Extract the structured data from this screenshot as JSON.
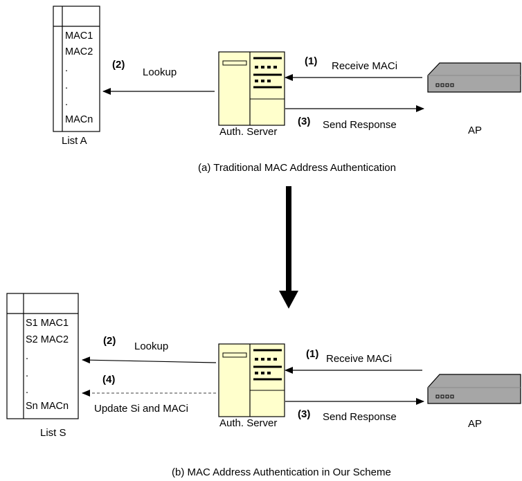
{
  "part_a": {
    "list_items": [
      "MAC1",
      "MAC2",
      ".",
      ".",
      ".",
      "MACn"
    ],
    "list_label": "List A",
    "step1_num": "(1)",
    "step1_text": "Receive MACi",
    "step2_num": "(2)",
    "step2_text": "Lookup",
    "step3_num": "(3)",
    "step3_text": "Send Response",
    "server_label": "Auth. Server",
    "ap_label": "AP",
    "caption": "(a) Traditional MAC Address Authentication"
  },
  "part_b": {
    "list_items": [
      "S1 MAC1",
      "S2 MAC2",
      ".",
      ".",
      ".",
      "Sn MACn"
    ],
    "list_label": "List S",
    "step1_num": "(1)",
    "step1_text": "Receive MACi",
    "step2_num": "(2)",
    "step2_text": "Lookup",
    "step3_num": "(3)",
    "step3_text": "Send Response",
    "step4_num": "(4)",
    "step4_text": "Update Si and MACi",
    "server_label": "Auth. Server",
    "ap_label": "AP",
    "caption": "(b) MAC Address Authentication in Our Scheme"
  },
  "colors": {
    "server_fill": "#ffffcc",
    "ap_fill": "#a6a6a6",
    "stroke": "#000000",
    "dashed_arrow": "#7f7f7f"
  }
}
